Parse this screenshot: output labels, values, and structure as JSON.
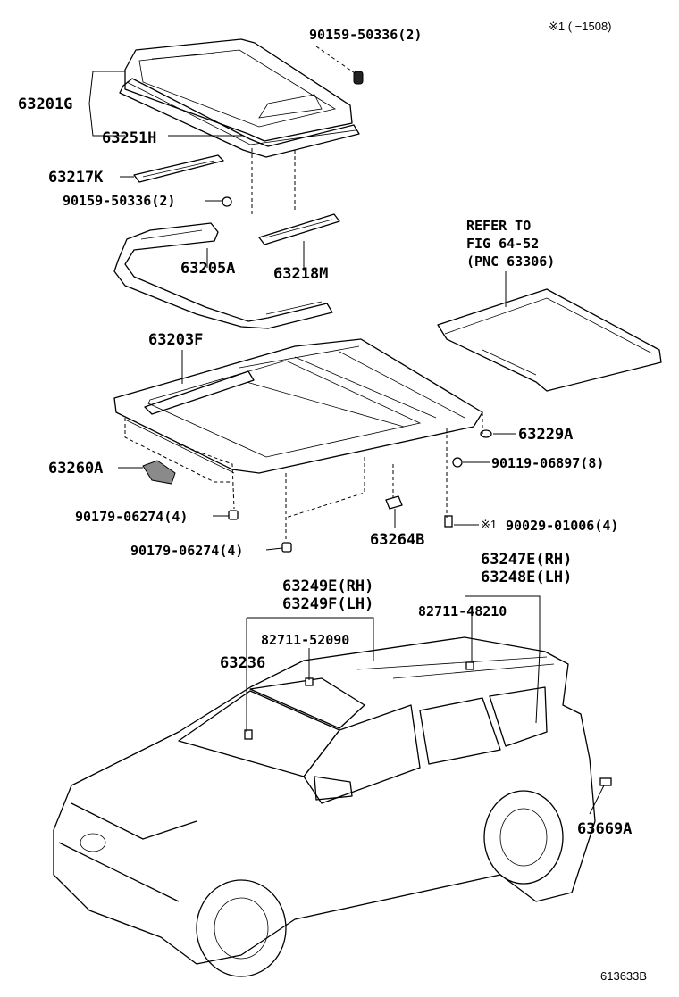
{
  "header_note": "※1 (     −1508)",
  "figure_code": "613633B",
  "refer": {
    "line1": "REFER TO",
    "line2": "FIG 64-52",
    "line3": "(PNC 63306)"
  },
  "callouts": {
    "p90159_top": "90159-50336(2)",
    "p63201G": "63201G",
    "p63251H": "63251H",
    "p63217K": "63217K",
    "p90159_mid": "90159-50336(2)",
    "p63205A": "63205A",
    "p63218M": "63218M",
    "p63203F": "63203F",
    "p63229A": "63229A",
    "p90119": "90119-06897(8)",
    "p63260A": "63260A",
    "p90029_mark": "※1",
    "p90029": "90029-01006(4)",
    "p90179_a": "90179-06274(4)",
    "p90179_b": "90179-06274(4)",
    "p63264B": "63264B",
    "p63247E": "63247E(RH)",
    "p63248E": "63248E(LH)",
    "p82711_48210": "82711-48210",
    "p63249E": "63249E(RH)",
    "p63249F": "63249F(LH)",
    "p82711_52090": "82711-52090",
    "p63236": "63236",
    "p63669A": "63669A"
  }
}
